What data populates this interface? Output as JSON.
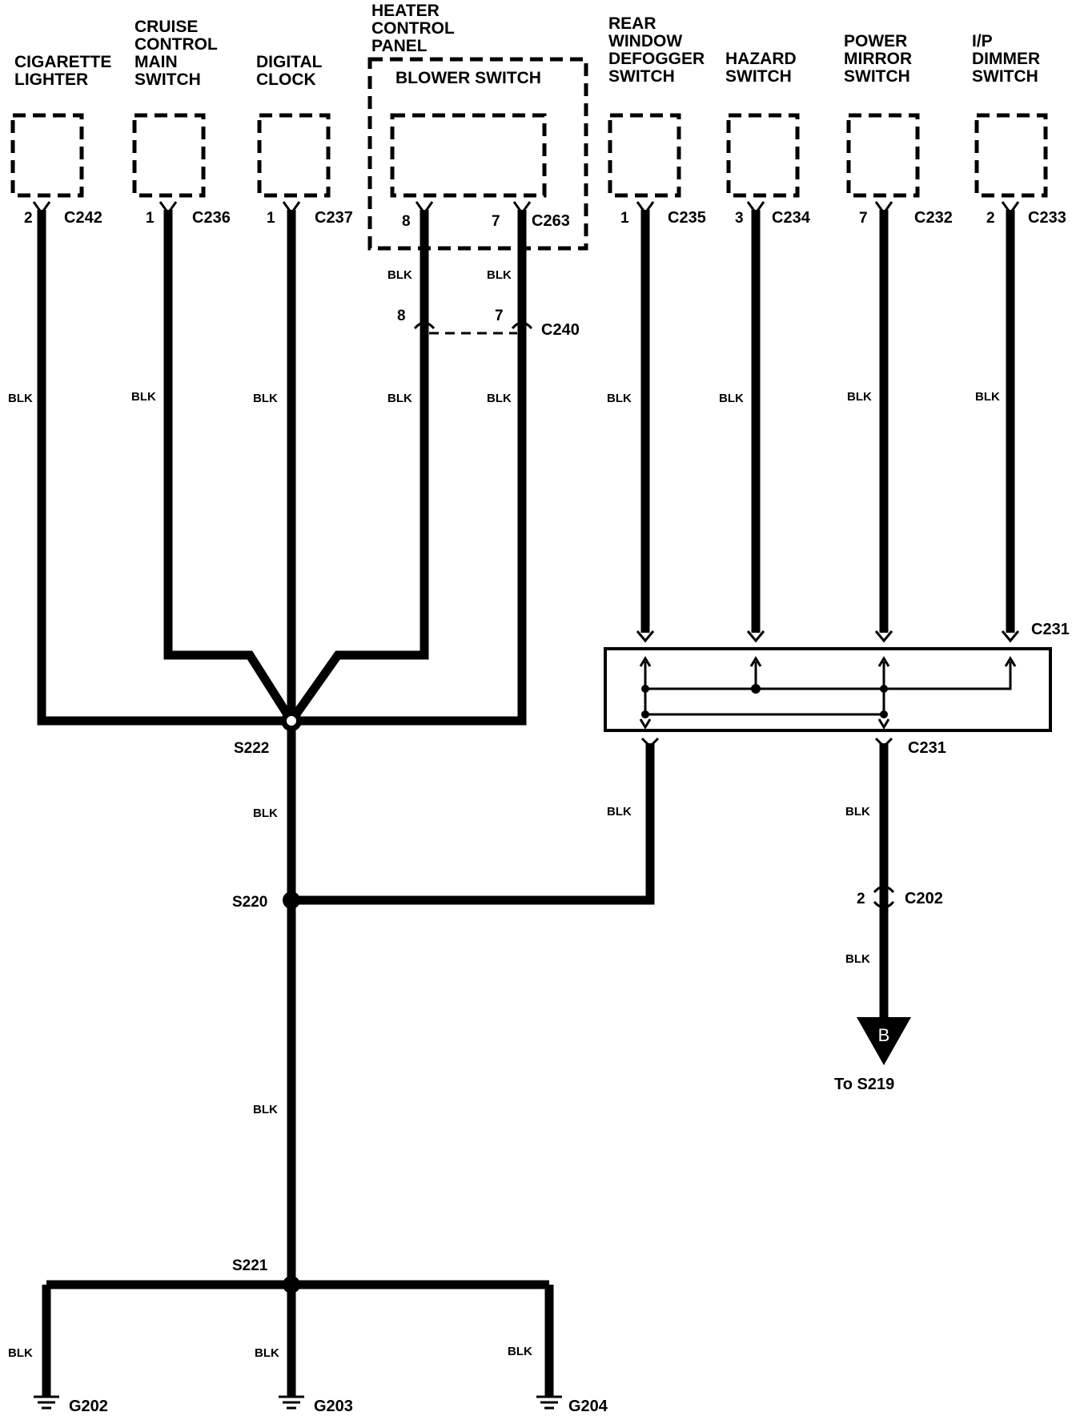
{
  "components": {
    "cigarette_lighter": [
      "CIGARETTE",
      "LIGHTER"
    ],
    "cruise_control": [
      "CRUISE",
      "CONTROL",
      "MAIN",
      "SWITCH"
    ],
    "digital_clock": [
      "DIGITAL",
      "CLOCK"
    ],
    "heater_control": [
      "HEATER",
      "CONTROL",
      "PANEL"
    ],
    "blower_switch": "BLOWER SWITCH",
    "rear_window": [
      "REAR",
      "WINDOW",
      "DEFOGGER",
      "SWITCH"
    ],
    "hazard": [
      "HAZARD",
      "SWITCH"
    ],
    "power_mirror": [
      "POWER",
      "MIRROR",
      "SWITCH"
    ],
    "ip_dimmer": [
      "I/P",
      "DIMMER",
      "SWITCH"
    ]
  },
  "connectors": {
    "c242": "C242",
    "c236": "C236",
    "c237": "C237",
    "c263": "C263",
    "c240": "C240",
    "c235": "C235",
    "c234": "C234",
    "c232": "C232",
    "c233": "C233",
    "c231_top": "C231",
    "c231_bottom": "C231",
    "c202": "C202"
  },
  "pins": {
    "c242": "2",
    "c236": "1",
    "c237": "1",
    "c263_a": "8",
    "c263_b": "7",
    "c240_a": "8",
    "c240_b": "7",
    "c235": "1",
    "c234": "3",
    "c232": "7",
    "c233": "2",
    "c202": "2"
  },
  "wire_color": "BLK",
  "splices": {
    "s222": "S222",
    "s220": "S220",
    "s221": "S221"
  },
  "grounds": {
    "g202": "G202",
    "g203": "G203",
    "g204": "G204"
  },
  "offpage": {
    "letter": "B",
    "destination": "To S219"
  }
}
